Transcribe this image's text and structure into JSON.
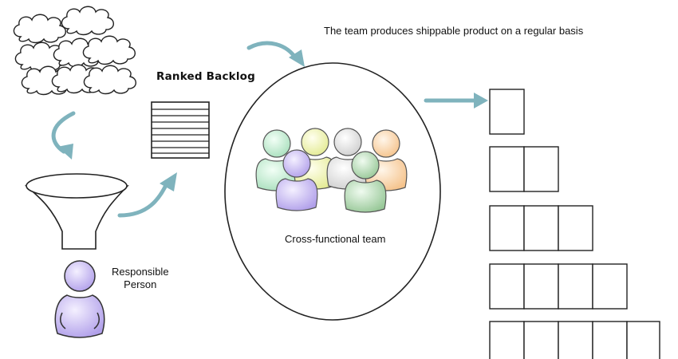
{
  "labels": {
    "headline": "The team produces shippable product on a regular basis",
    "backlog_title": "Ranked Backlog",
    "team_caption": "Cross-functional team",
    "person_caption_line1": "Responsible",
    "person_caption_line2": "Person"
  },
  "colors": {
    "arrow": "#7fb3bd",
    "outline": "#222222",
    "person_purple": "#b9a8ee",
    "team_green": "#b7e5c9",
    "team_yellow": "#eef2a6",
    "team_gray": "#d9d9d9",
    "team_orange": "#f9d3a4",
    "team_purple": "#b9a8ee",
    "team_darkgreen": "#a6d1a6"
  },
  "icons": {
    "ideas": "cloud-icon",
    "funnel": "funnel-icon",
    "backlog": "backlog-list-icon",
    "person": "person-icon",
    "flow": "curved-arrow-icon",
    "increment": "product-increment-icon"
  },
  "increments": [
    1,
    2,
    3,
    4,
    5
  ]
}
